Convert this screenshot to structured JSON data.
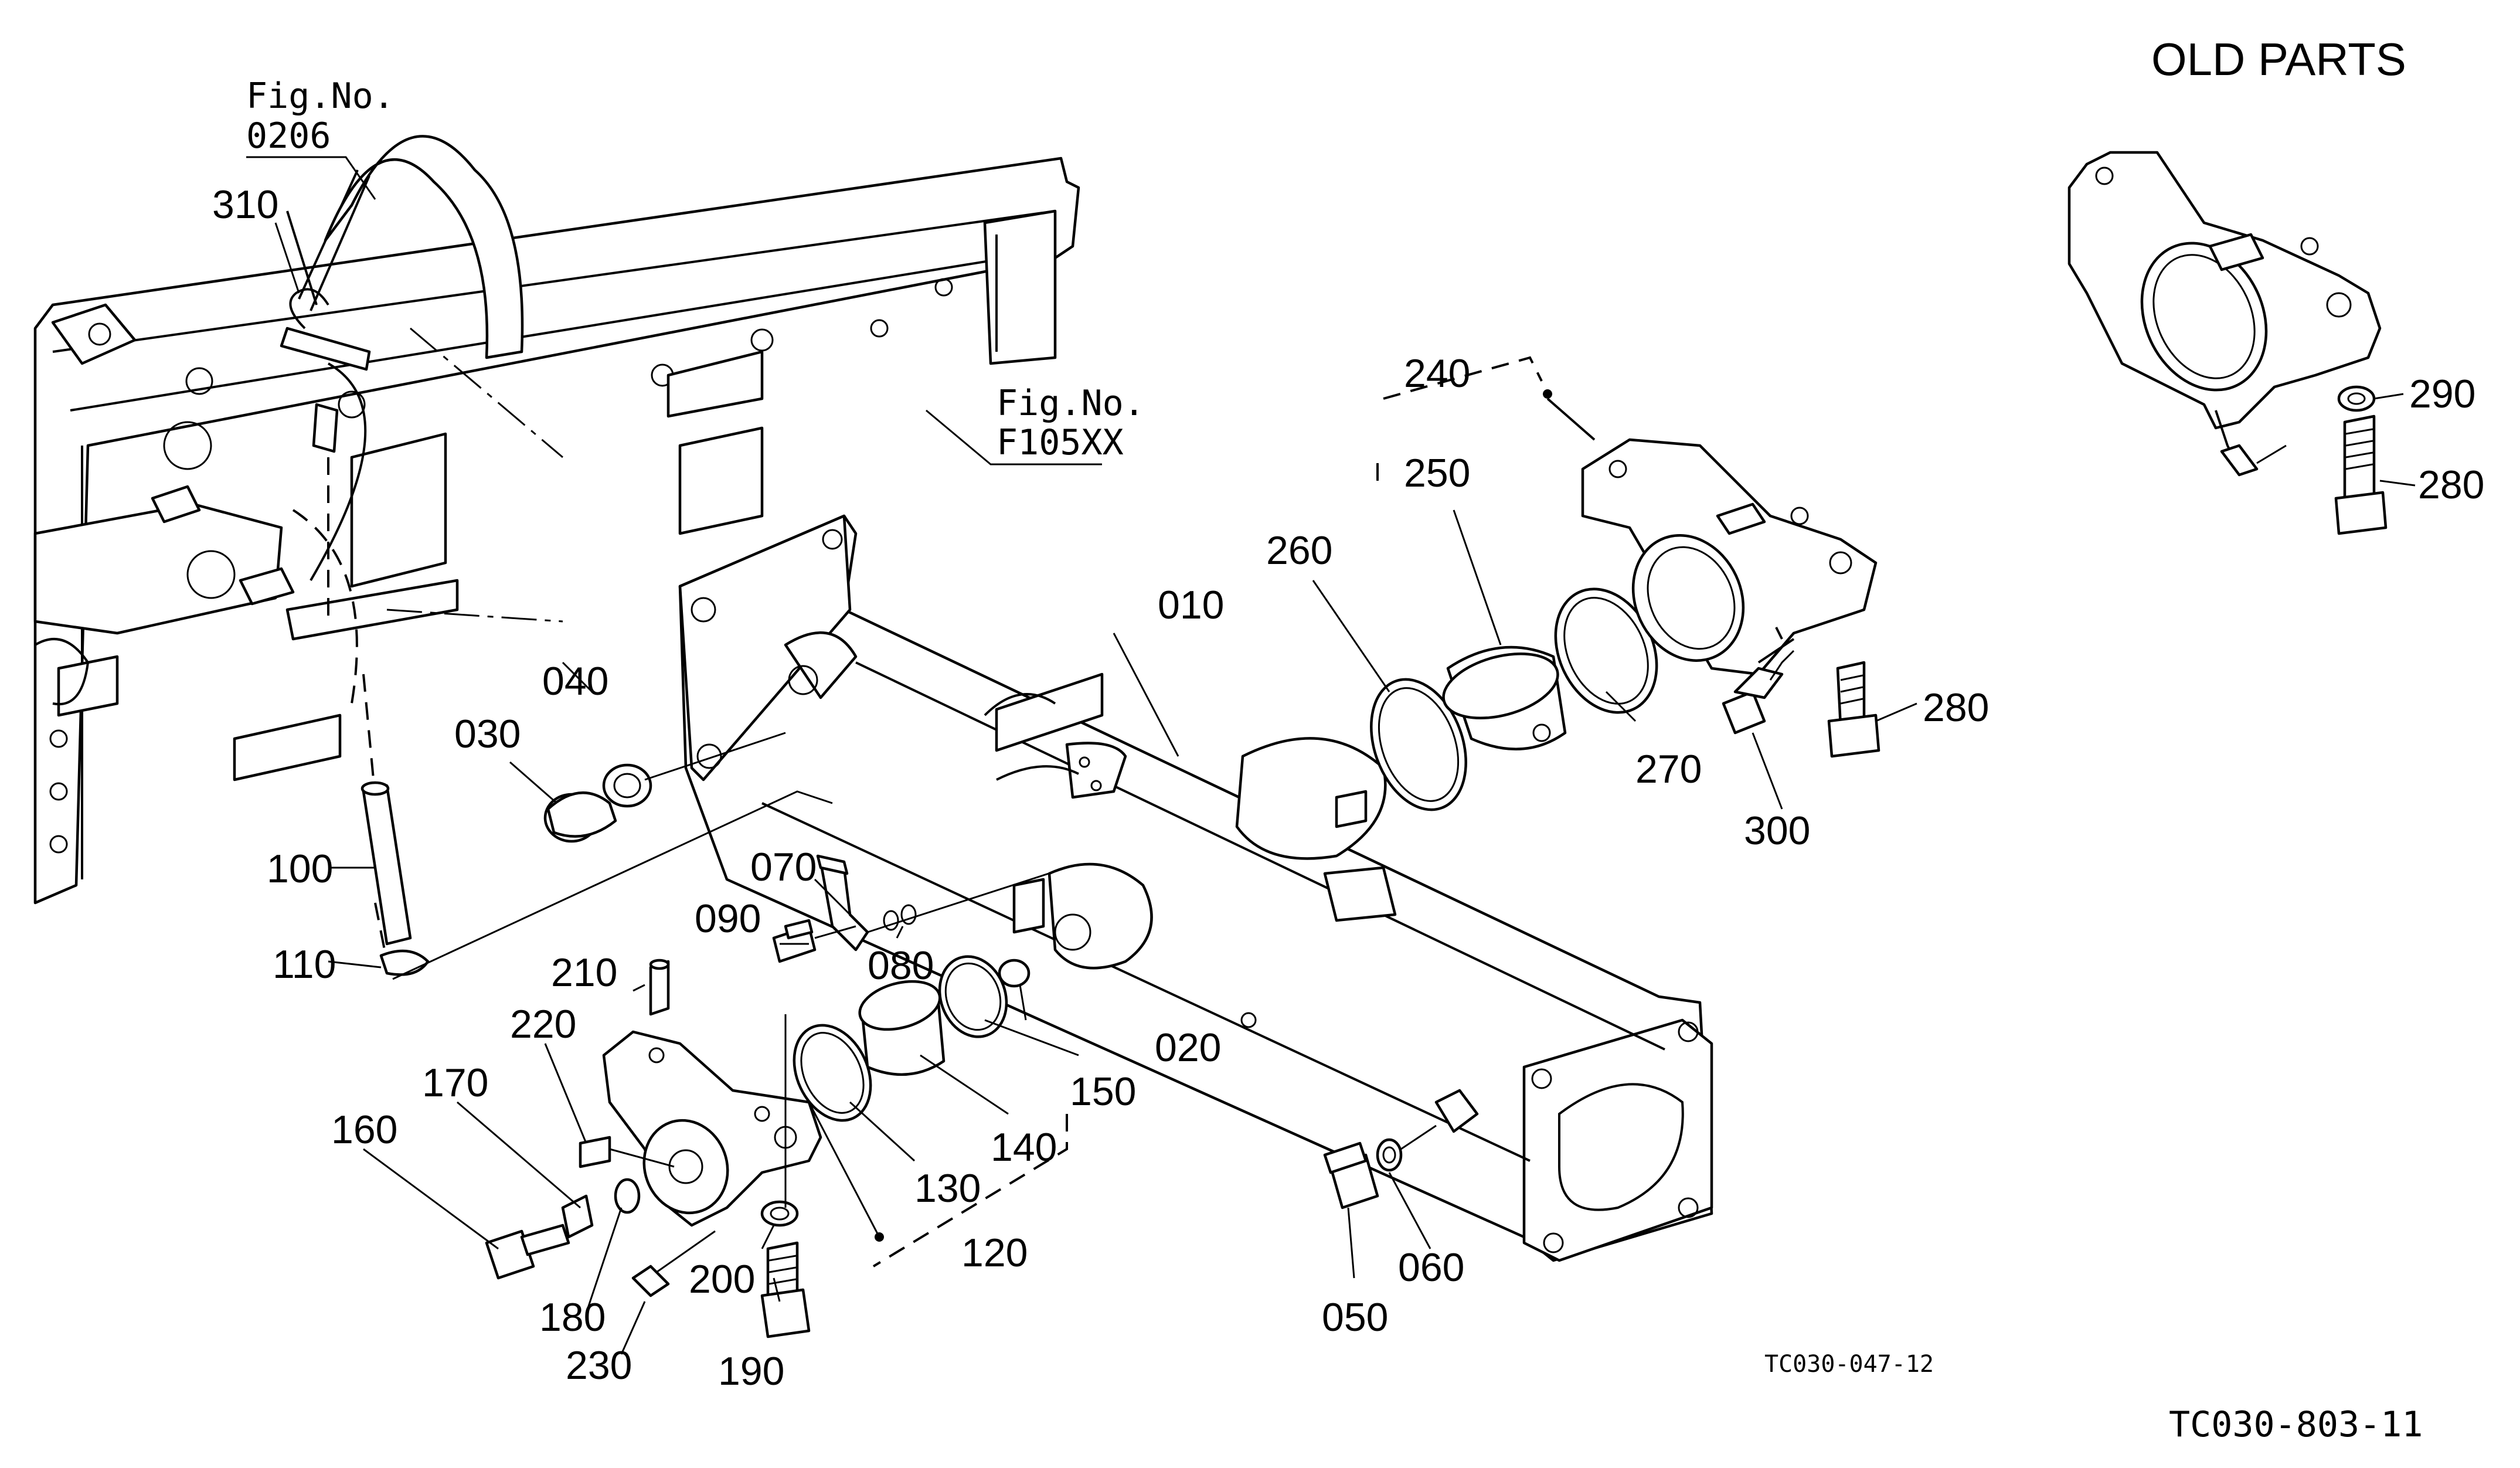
{
  "diagram": {
    "title": "OLD PARTS",
    "drawing_code": "TC030-803-11",
    "sub_code": "TC030-047-12",
    "references": [
      {
        "id": "ref-0206",
        "line1": "Fig.No.",
        "line2": "0206"
      },
      {
        "id": "ref-f105xx",
        "line1": "Fig.No.",
        "line2": "F105XX"
      }
    ],
    "part_numbers": {
      "p010": "010",
      "p020": "020",
      "p030": "030",
      "p040": "040",
      "p050": "050",
      "p060": "060",
      "p070": "070",
      "p080": "080",
      "p090": "090",
      "p100": "100",
      "p110": "110",
      "p120": "120",
      "p130": "130",
      "p140": "140",
      "p150": "150",
      "p160": "160",
      "p170": "170",
      "p180": "180",
      "p190": "190",
      "p200": "200",
      "p210": "210",
      "p220": "220",
      "p230": "230",
      "p240": "240",
      "p250": "250",
      "p260": "260",
      "p270": "270",
      "p280": "280",
      "p280_old": "280",
      "p290": "290",
      "p300": "300",
      "p310": "310"
    }
  }
}
